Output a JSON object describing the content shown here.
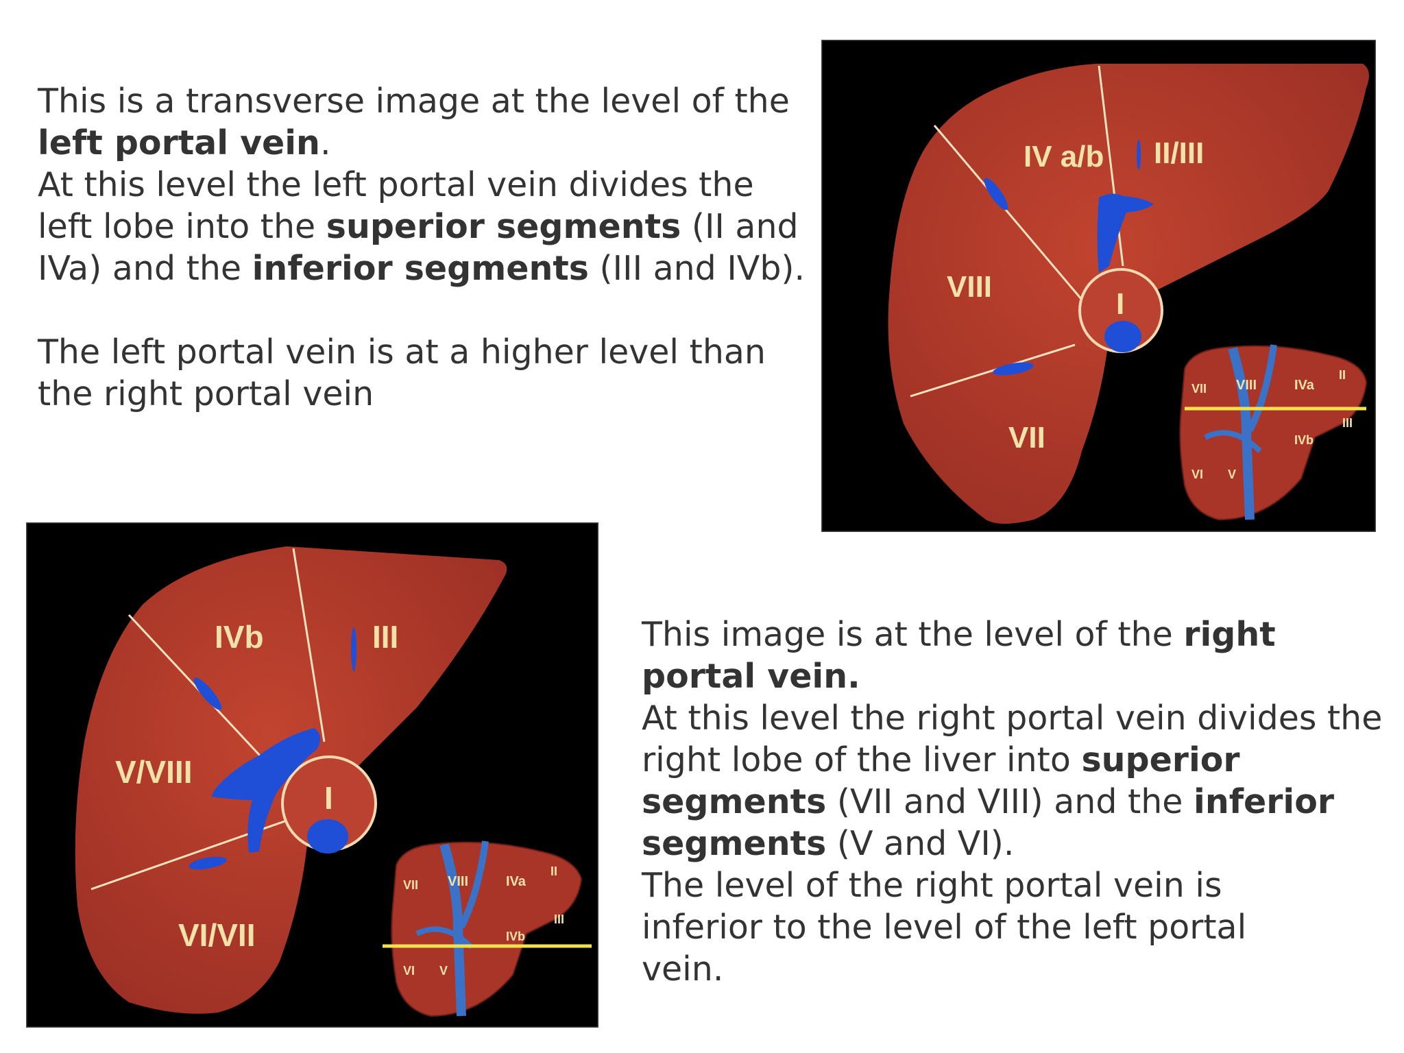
{
  "top_text": {
    "p1_a": "This is a transverse image at the level of the ",
    "p1_b": "left portal vein",
    "p1_c": ".",
    "p2_a": "At this level the left portal vein divides the left lobe into the ",
    "p2_b": "superior segments",
    "p2_c": " (II and IVa) and the ",
    "p2_d": "inferior segments",
    "p2_e": " (III and IVb).",
    "p3": "The left portal vein is at a higher level than the right portal vein"
  },
  "bottom_text": {
    "p1_a": "This image is at the level of the ",
    "p1_b": "right portal vein.",
    "p2_a": "At this level the right portal vein divides the right lobe of the liver into ",
    "p2_b": "superior segments",
    "p2_c": " (VII and VIII) and the ",
    "p2_d": "inferior segments",
    "p2_e": " (V and VI).",
    "p3": "The level of the right portal vein is inferior to the level of the left portal vein."
  },
  "diagram_top": {
    "labels": {
      "seg_iva_b": "IV a/b",
      "seg_ii_iii": "II/III",
      "seg_viii": "VIII",
      "seg_i": "I",
      "seg_vii": "VII"
    },
    "inset_labels": {
      "vii": "VII",
      "viii": "VIII",
      "iva": "IVa",
      "ii": "II",
      "iii": "III",
      "ivb": "IVb",
      "vi": "VI",
      "v": "V"
    }
  },
  "diagram_bottom": {
    "labels": {
      "seg_ivb": "IVb",
      "seg_iii": "III",
      "seg_v_viii": "V/VIII",
      "seg_i": "I",
      "seg_vi_vii": "VI/VII"
    },
    "inset_labels": {
      "vii": "VII",
      "viii": "VIII",
      "iva": "IVa",
      "ii": "II",
      "iii": "III",
      "ivb": "IVb",
      "vi": "VI",
      "v": "V"
    }
  },
  "colors": {
    "liver": "#b8392e",
    "liver_dark": "#9e2f26",
    "vein": "#1f4fd6",
    "cut_line": "#f2e24a",
    "background": "#000000"
  }
}
